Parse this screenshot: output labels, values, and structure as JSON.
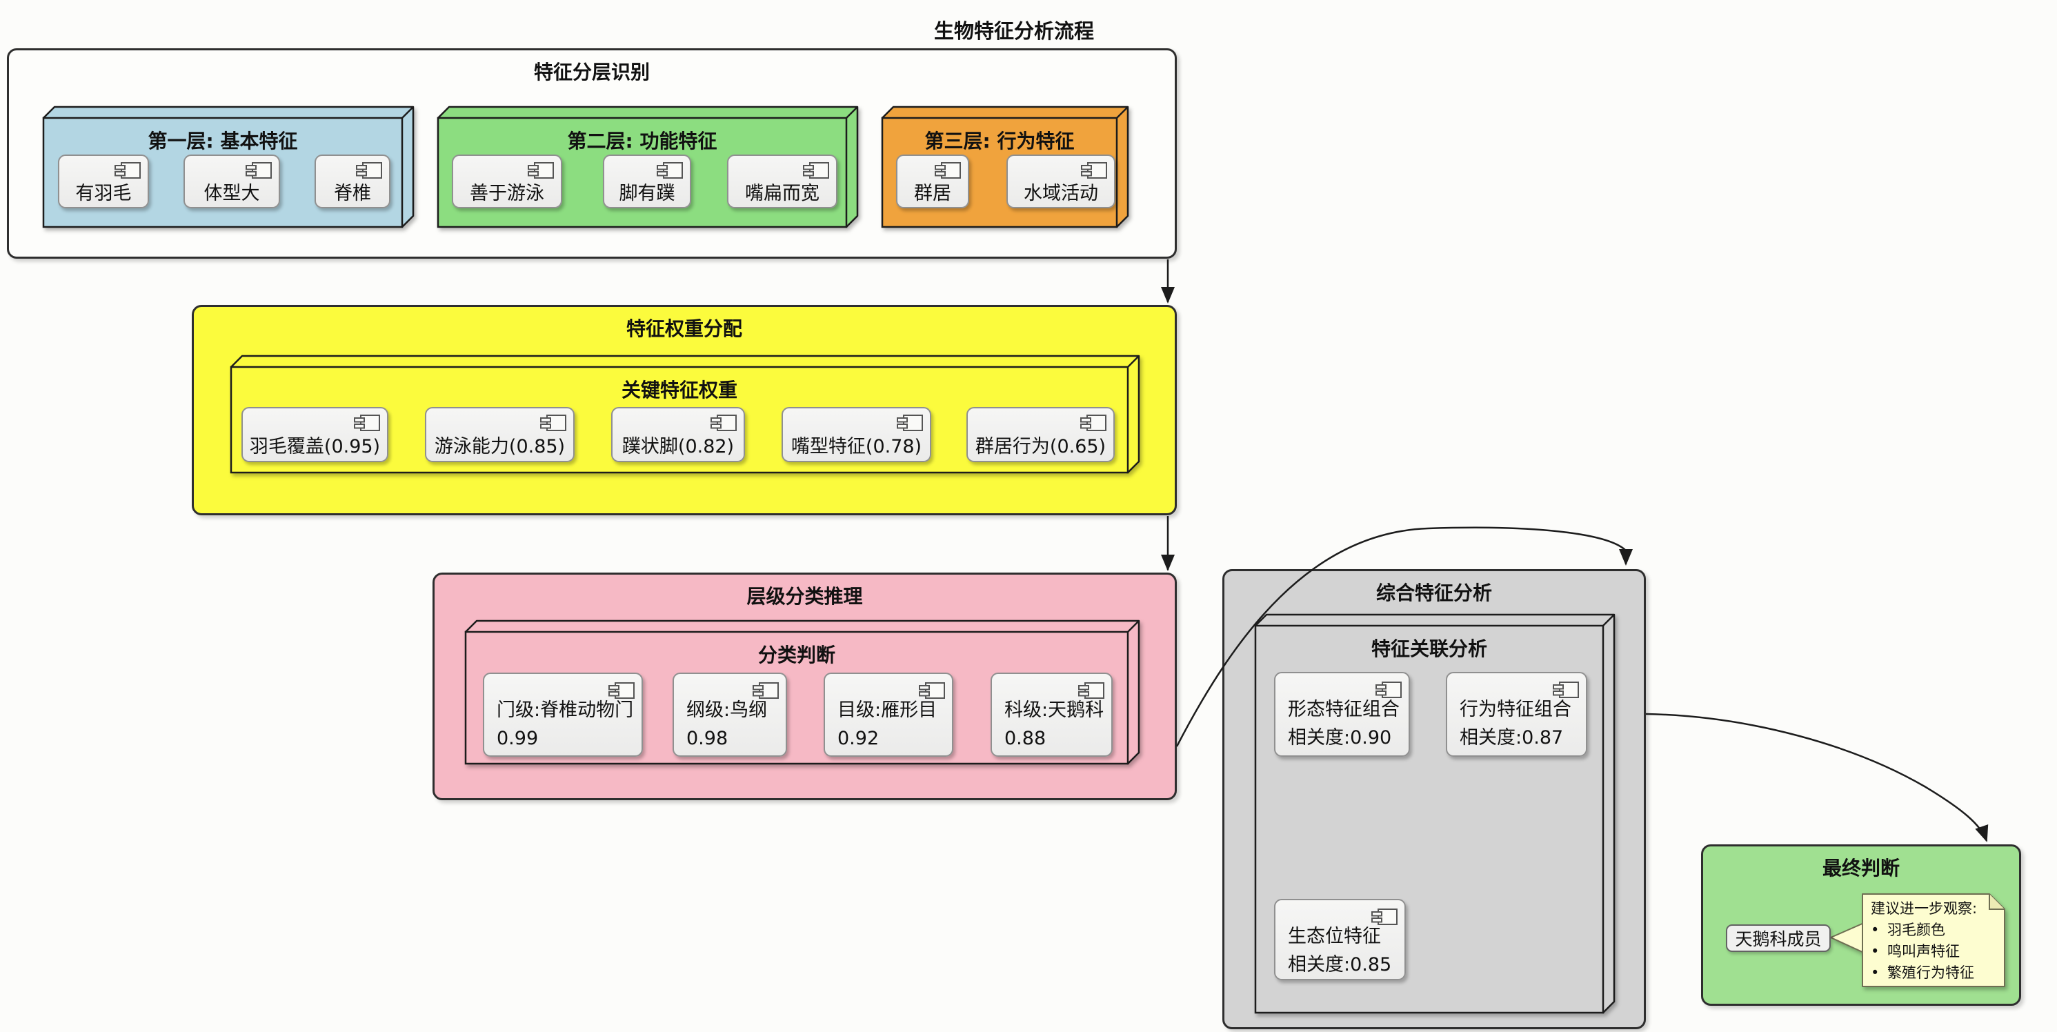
{
  "title": "生物特征分析流程",
  "layer_recognition": {
    "title": "特征分层识别",
    "layer1": {
      "title": "第一层: 基本特征",
      "items": [
        "有羽毛",
        "体型大",
        "脊椎"
      ]
    },
    "layer2": {
      "title": "第二层: 功能特征",
      "items": [
        "善于游泳",
        "脚有蹼",
        "嘴扁而宽"
      ]
    },
    "layer3": {
      "title": "第三层: 行为特征",
      "items": [
        "群居",
        "水域活动"
      ]
    }
  },
  "weight_allocation": {
    "title": "特征权重分配",
    "node": {
      "title": "关键特征权重",
      "items": [
        "羽毛覆盖(0.95)",
        "游泳能力(0.85)",
        "蹼状脚(0.82)",
        "嘴型特征(0.78)",
        "群居行为(0.65)"
      ]
    }
  },
  "classification": {
    "title": "层级分类推理",
    "node": {
      "title": "分类判断",
      "items": [
        {
          "name": "门级:脊椎动物门",
          "value": "0.99"
        },
        {
          "name": "纲级:鸟纲",
          "value": "0.98"
        },
        {
          "name": "目级:雁形目",
          "value": "0.92"
        },
        {
          "name": "科级:天鹅科",
          "value": "0.88"
        }
      ]
    }
  },
  "comprehensive": {
    "title": "综合特征分析",
    "node": {
      "title": "特征关联分析",
      "items": [
        {
          "name": "形态特征组合",
          "value": "相关度:0.90"
        },
        {
          "name": "行为特征组合",
          "value": "相关度:0.87"
        },
        {
          "name": "生态位特征",
          "value": "相关度:0.85"
        }
      ]
    }
  },
  "final": {
    "title": "最终判断",
    "member": "天鹅科成员",
    "note": {
      "heading": "建议进一步观察:",
      "bullet": "•",
      "items": [
        "羽毛颜色",
        "鸣叫声特征",
        "繁殖行为特征"
      ]
    }
  },
  "colors": {
    "canvas_bg": "#fcfcfa",
    "outer_container_fill": "#fdfdfb",
    "layer1_fill": "#b3d6e3",
    "layer2_fill": "#8cdd80",
    "layer3_fill": "#f0a33d",
    "weight_fill": "#fbfb3d",
    "classification_fill": "#f6b9c5",
    "comprehensive_fill": "#d3d3d3",
    "final_fill": "#a0e091",
    "note_fill": "#fdfdd0",
    "note_fold_fill": "#ecebb4",
    "component_fill": "#f1f1f0",
    "line_color": "#1c1c1c"
  }
}
